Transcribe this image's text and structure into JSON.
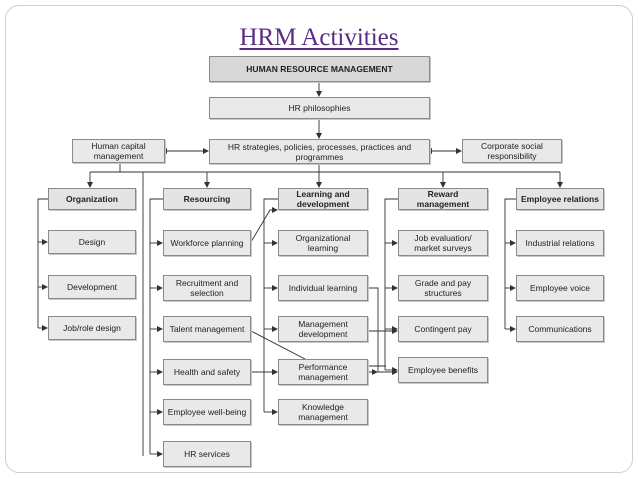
{
  "slide": {
    "title": "HRM Activities"
  },
  "diagram": {
    "root": "HUMAN RESOURCE MANAGEMENT",
    "philosophies": "HR philosophies",
    "strategies": "HR strategies, policies, processes, practices and programmes",
    "human_capital": "Human capital management",
    "csr": "Corporate social responsibility",
    "organization": {
      "head": "Organization",
      "items": [
        "Design",
        "Development",
        "Job/role design"
      ]
    },
    "resourcing": {
      "head": "Resourcing",
      "items": [
        "Workforce planning",
        "Recruitment and selection",
        "Talent management",
        "Health and safety",
        "Employee well-being",
        "HR services"
      ]
    },
    "learning": {
      "head": "Learning and development",
      "items": [
        "Organizational learning",
        "Individual learning",
        "Management development",
        "Performance management",
        "Knowledge management"
      ]
    },
    "reward": {
      "head": "Reward management",
      "items": [
        "Job evaluation/ market surveys",
        "Grade and pay structures",
        "Contingent pay",
        "Employee benefits"
      ]
    },
    "relations": {
      "head": "Employee relations",
      "items": [
        "Industrial relations",
        "Employee voice",
        "Communications"
      ]
    }
  }
}
